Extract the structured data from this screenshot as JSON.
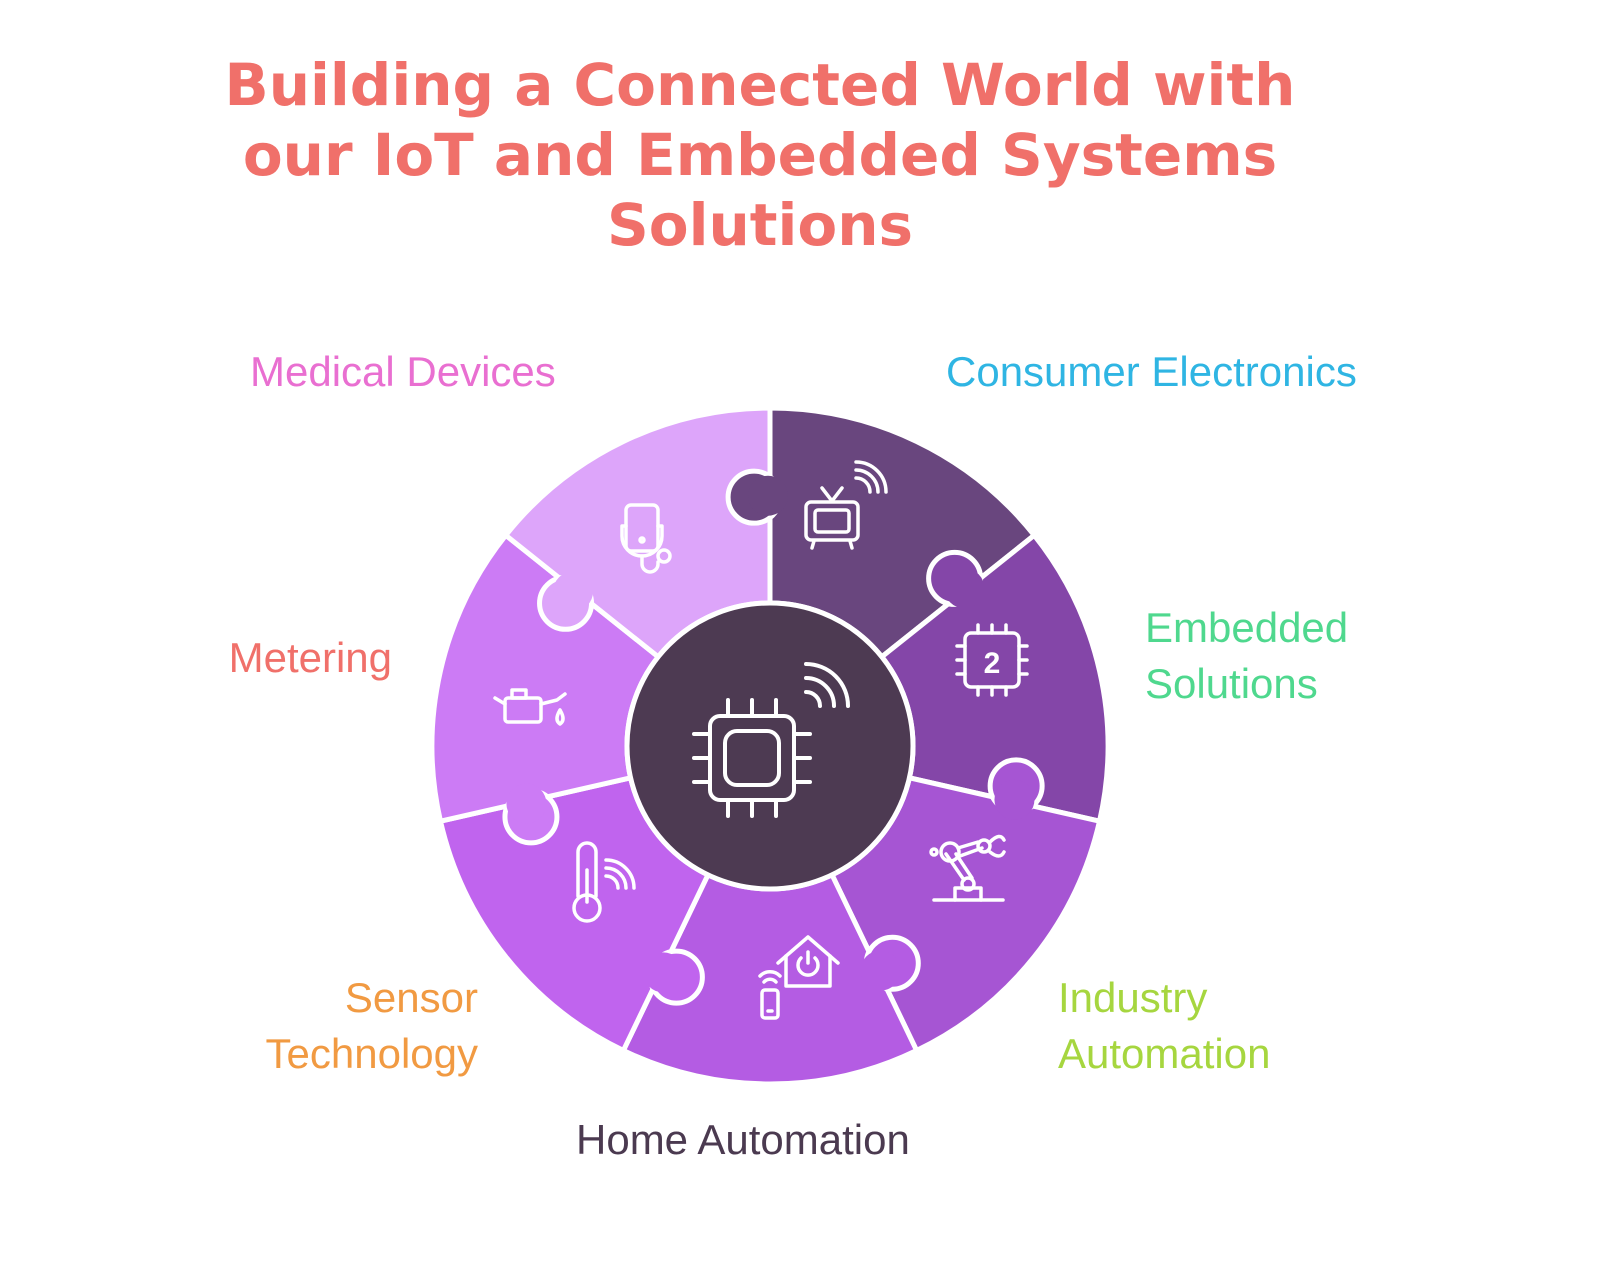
{
  "title": {
    "line1": "Building a Connected World with",
    "line2": "our IoT and Embedded Systems",
    "line3": "Solutions",
    "color": "#f0706a"
  },
  "center": {
    "icon": "chip-wireless-icon",
    "color": "#4d3a52"
  },
  "segments": [
    {
      "key": "consumer",
      "line1": "Consumer Electronics",
      "line2": "",
      "label_color": "#2fb5e3",
      "fill": "#69467e",
      "icon": "tv-wireless-icon"
    },
    {
      "key": "embedded",
      "line1": "Embedded",
      "line2": "Solutions",
      "label_color": "#4fd88e",
      "fill": "#8446a8",
      "icon": "chip-numbered-icon"
    },
    {
      "key": "industry",
      "line1": "Industry",
      "line2": "Automation",
      "label_color": "#a6d63f",
      "fill": "#a655d3",
      "icon": "robot-arm-icon"
    },
    {
      "key": "home",
      "line1": "Home Automation",
      "line2": "",
      "label_color": "#4b3a50",
      "fill": "#b45ce3",
      "icon": "smart-home-power-icon"
    },
    {
      "key": "sensor",
      "line1": "Sensor",
      "line2": "Technology",
      "label_color": "#f19a42",
      "fill": "#c064ee",
      "icon": "thermometer-wireless-icon"
    },
    {
      "key": "metering",
      "line1": "Metering",
      "line2": "",
      "label_color": "#f0706a",
      "fill": "#cc7bf5",
      "icon": "oil-can-icon"
    },
    {
      "key": "medical",
      "line1": "Medical Devices",
      "line2": "",
      "label_color": "#e96fd1",
      "fill": "#dda5fa",
      "icon": "medical-device-icon"
    }
  ]
}
